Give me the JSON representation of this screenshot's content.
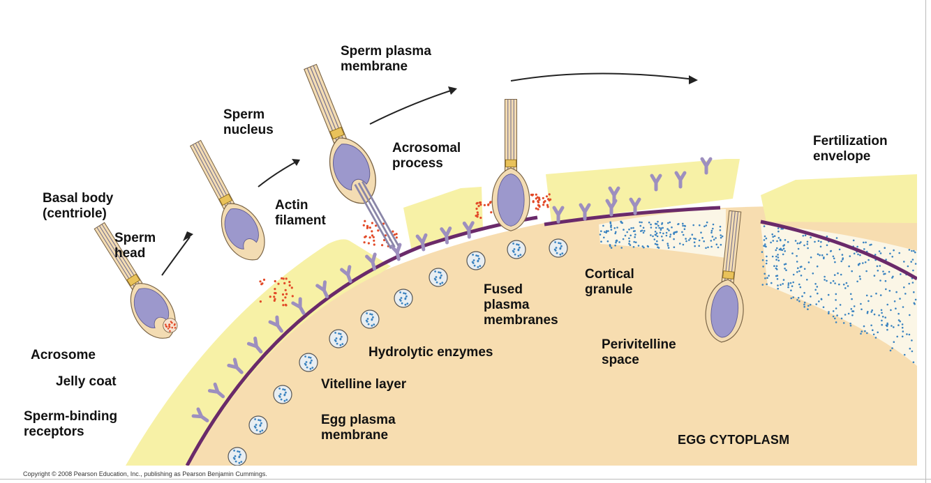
{
  "labels": {
    "basal_body": [
      "Basal body",
      "(centriole)"
    ],
    "sperm_head": [
      "Sperm",
      "head"
    ],
    "sperm_nucleus": [
      "Sperm",
      "nucleus"
    ],
    "actin_filament": [
      "Actin",
      "filament"
    ],
    "sperm_plasma_membrane": [
      "Sperm plasma",
      "membrane"
    ],
    "acrosomal_process": [
      "Acrosomal",
      "process"
    ],
    "fertilization_envelope": [
      "Fertilization",
      "envelope"
    ],
    "acrosome": "Acrosome",
    "jelly_coat": "Jelly coat",
    "sperm_binding_receptors": [
      "Sperm-binding",
      "receptors"
    ],
    "hydrolytic_enzymes": "Hydrolytic enzymes",
    "vitelline_layer": "Vitelline layer",
    "egg_plasma_membrane": [
      "Egg plasma",
      "membrane"
    ],
    "fused_plasma_membranes": [
      "Fused",
      "plasma",
      "membranes"
    ],
    "cortical_granule": [
      "Cortical",
      "granule"
    ],
    "perivitelline_space": [
      "Perivitelline",
      "space"
    ],
    "egg_cytoplasm": "EGG CYTOPLASM"
  },
  "copyright": "Copyright © 2008 Pearson Education, Inc., publishing as Pearson Benjamin Cummings.",
  "colors": {
    "cytoplasm": "#f7ddb0",
    "jelly": "#f7f1a6",
    "membrane": "#6a2a6a",
    "receptor": "#9d8fbf",
    "nucleus": "#9c98cc",
    "sperm_body": "#f3dcb3",
    "sperm_outline": "#7a6446",
    "centriole": "#e9c25a",
    "acrosome_dots": "#e24a28",
    "granule_dots": "#3a83c0"
  }
}
